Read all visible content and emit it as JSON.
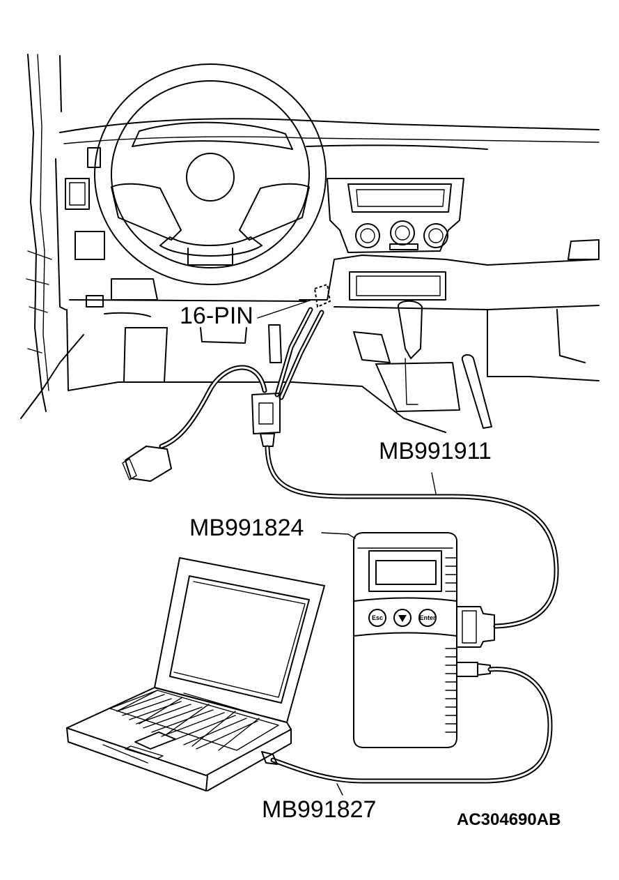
{
  "labels": {
    "connector": "16-PIN",
    "cable_main": "MB991911",
    "vci": "MB991824",
    "usb_cable": "MB991827"
  },
  "figure_code": "AC304690AB",
  "vci_buttons": [
    "Esc",
    "Enter"
  ]
}
